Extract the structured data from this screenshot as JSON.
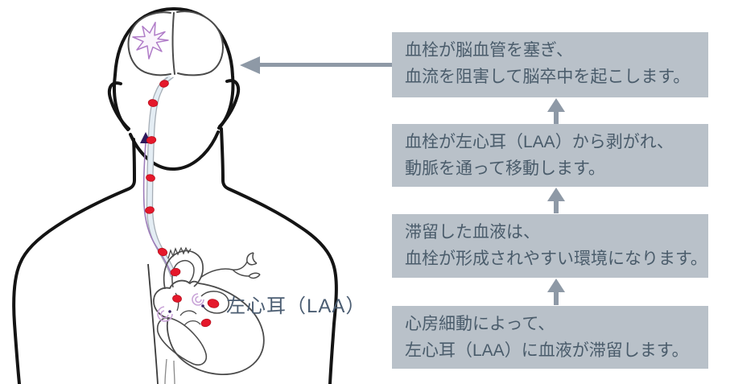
{
  "figure": {
    "name": "body-illustration-af-stroke-pathway",
    "laa_label": "左心耳（LAA）",
    "elements": [
      "brain",
      "stroke-starburst",
      "carotid-artery",
      "clot-dots",
      "heart",
      "left-atrial-appendage",
      "clot-travel-arrow"
    ],
    "clot_dot_count": 10
  },
  "flow": {
    "direction": "bottom-to-top",
    "steps": [
      {
        "line1": "血栓が脳血管を塞ぎ、",
        "line2": "血流を阻害して脳卒中を起こします。"
      },
      {
        "line1": "血栓が左心耳（LAA）から剥がれ、",
        "line2": "動脈を通って移動します。"
      },
      {
        "line1": "滞留した血液は、",
        "line2": "血栓が形成されやすい環境になります。"
      },
      {
        "line1": "心房細動によって、",
        "line2": "左心耳（LAA）に血液が滞留します。"
      }
    ]
  },
  "icons": {
    "up_arrow": "triangle-up-with-stem",
    "left_arrow": "triangle-left-with-shaft"
  },
  "colors": {
    "box_bg": "#b9c1c9",
    "box_text": "#4a5c6b",
    "arrow_gray": "#8e99a6",
    "label_text": "#4b5d72",
    "clot_red": "#e5182b",
    "flow_purple": "#9d7cba",
    "starburst_purple": "#b07cc8",
    "body_outline": "#141414"
  }
}
